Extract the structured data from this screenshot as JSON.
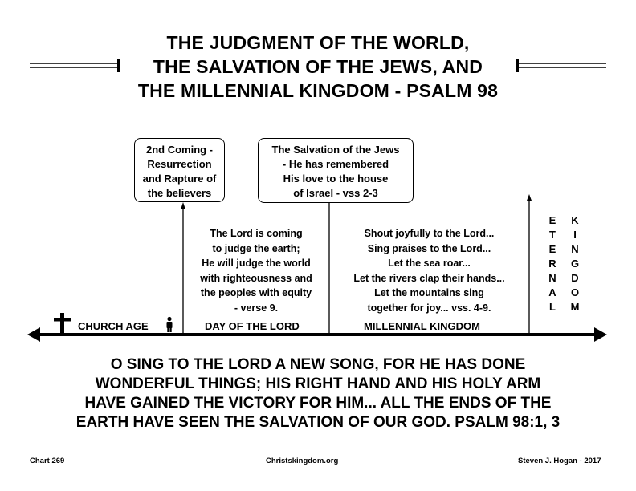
{
  "title": {
    "line1": "THE JUDGMENT OF THE WORLD,",
    "line2": "THE SALVATION OF THE JEWS, AND",
    "line3": "THE MILLENNIAL KINGDOM - PSALM 98"
  },
  "callouts": {
    "second_coming": [
      "2nd Coming -",
      "Resurrection",
      "and Rapture of",
      "the believers"
    ],
    "salvation_jews": [
      "The Salvation of the Jews",
      "- He has remembered",
      "His love to the house",
      "of Israel - vss 2-3"
    ]
  },
  "descriptions": {
    "day_of_lord": [
      "The Lord is coming",
      "to judge the earth;",
      "He will judge the world",
      "with righteousness and",
      "the peoples with equity",
      "- verse 9."
    ],
    "millennial": [
      "Shout joyfully to the Lord...",
      "Sing praises to the Lord...",
      "Let the sea roar...",
      "Let the rivers clap their hands...",
      "Let the mountains sing",
      "together for joy... vss. 4-9."
    ]
  },
  "eras": {
    "church_age": "CHURCH AGE",
    "day_of_lord": "DAY OF THE LORD",
    "millennial_kingdom": "MILLENNIAL KINGDOM"
  },
  "eternal_kingdom": {
    "eternal": [
      "E",
      "T",
      "E",
      "R",
      "N",
      "A",
      "L"
    ],
    "kingdom": [
      "K",
      "I",
      "N",
      "G",
      "D",
      "O",
      "M"
    ]
  },
  "verse": [
    "O SING TO THE LORD A NEW SONG, FOR HE HAS DONE",
    "WONDERFUL THINGS; HIS RIGHT HAND AND HIS HOLY ARM",
    "HAVE GAINED THE VICTORY FOR HIM... ALL THE ENDS OF THE",
    "EARTH HAVE SEEN THE SALVATION OF OUR GOD. PSALM 98:1, 3"
  ],
  "footer": {
    "chart": "Chart 269",
    "site": "Christskingdom.org",
    "author": "Steven J. Hogan - 2017"
  },
  "icons": {
    "cross": "cross-icon",
    "person": "person-icon"
  }
}
